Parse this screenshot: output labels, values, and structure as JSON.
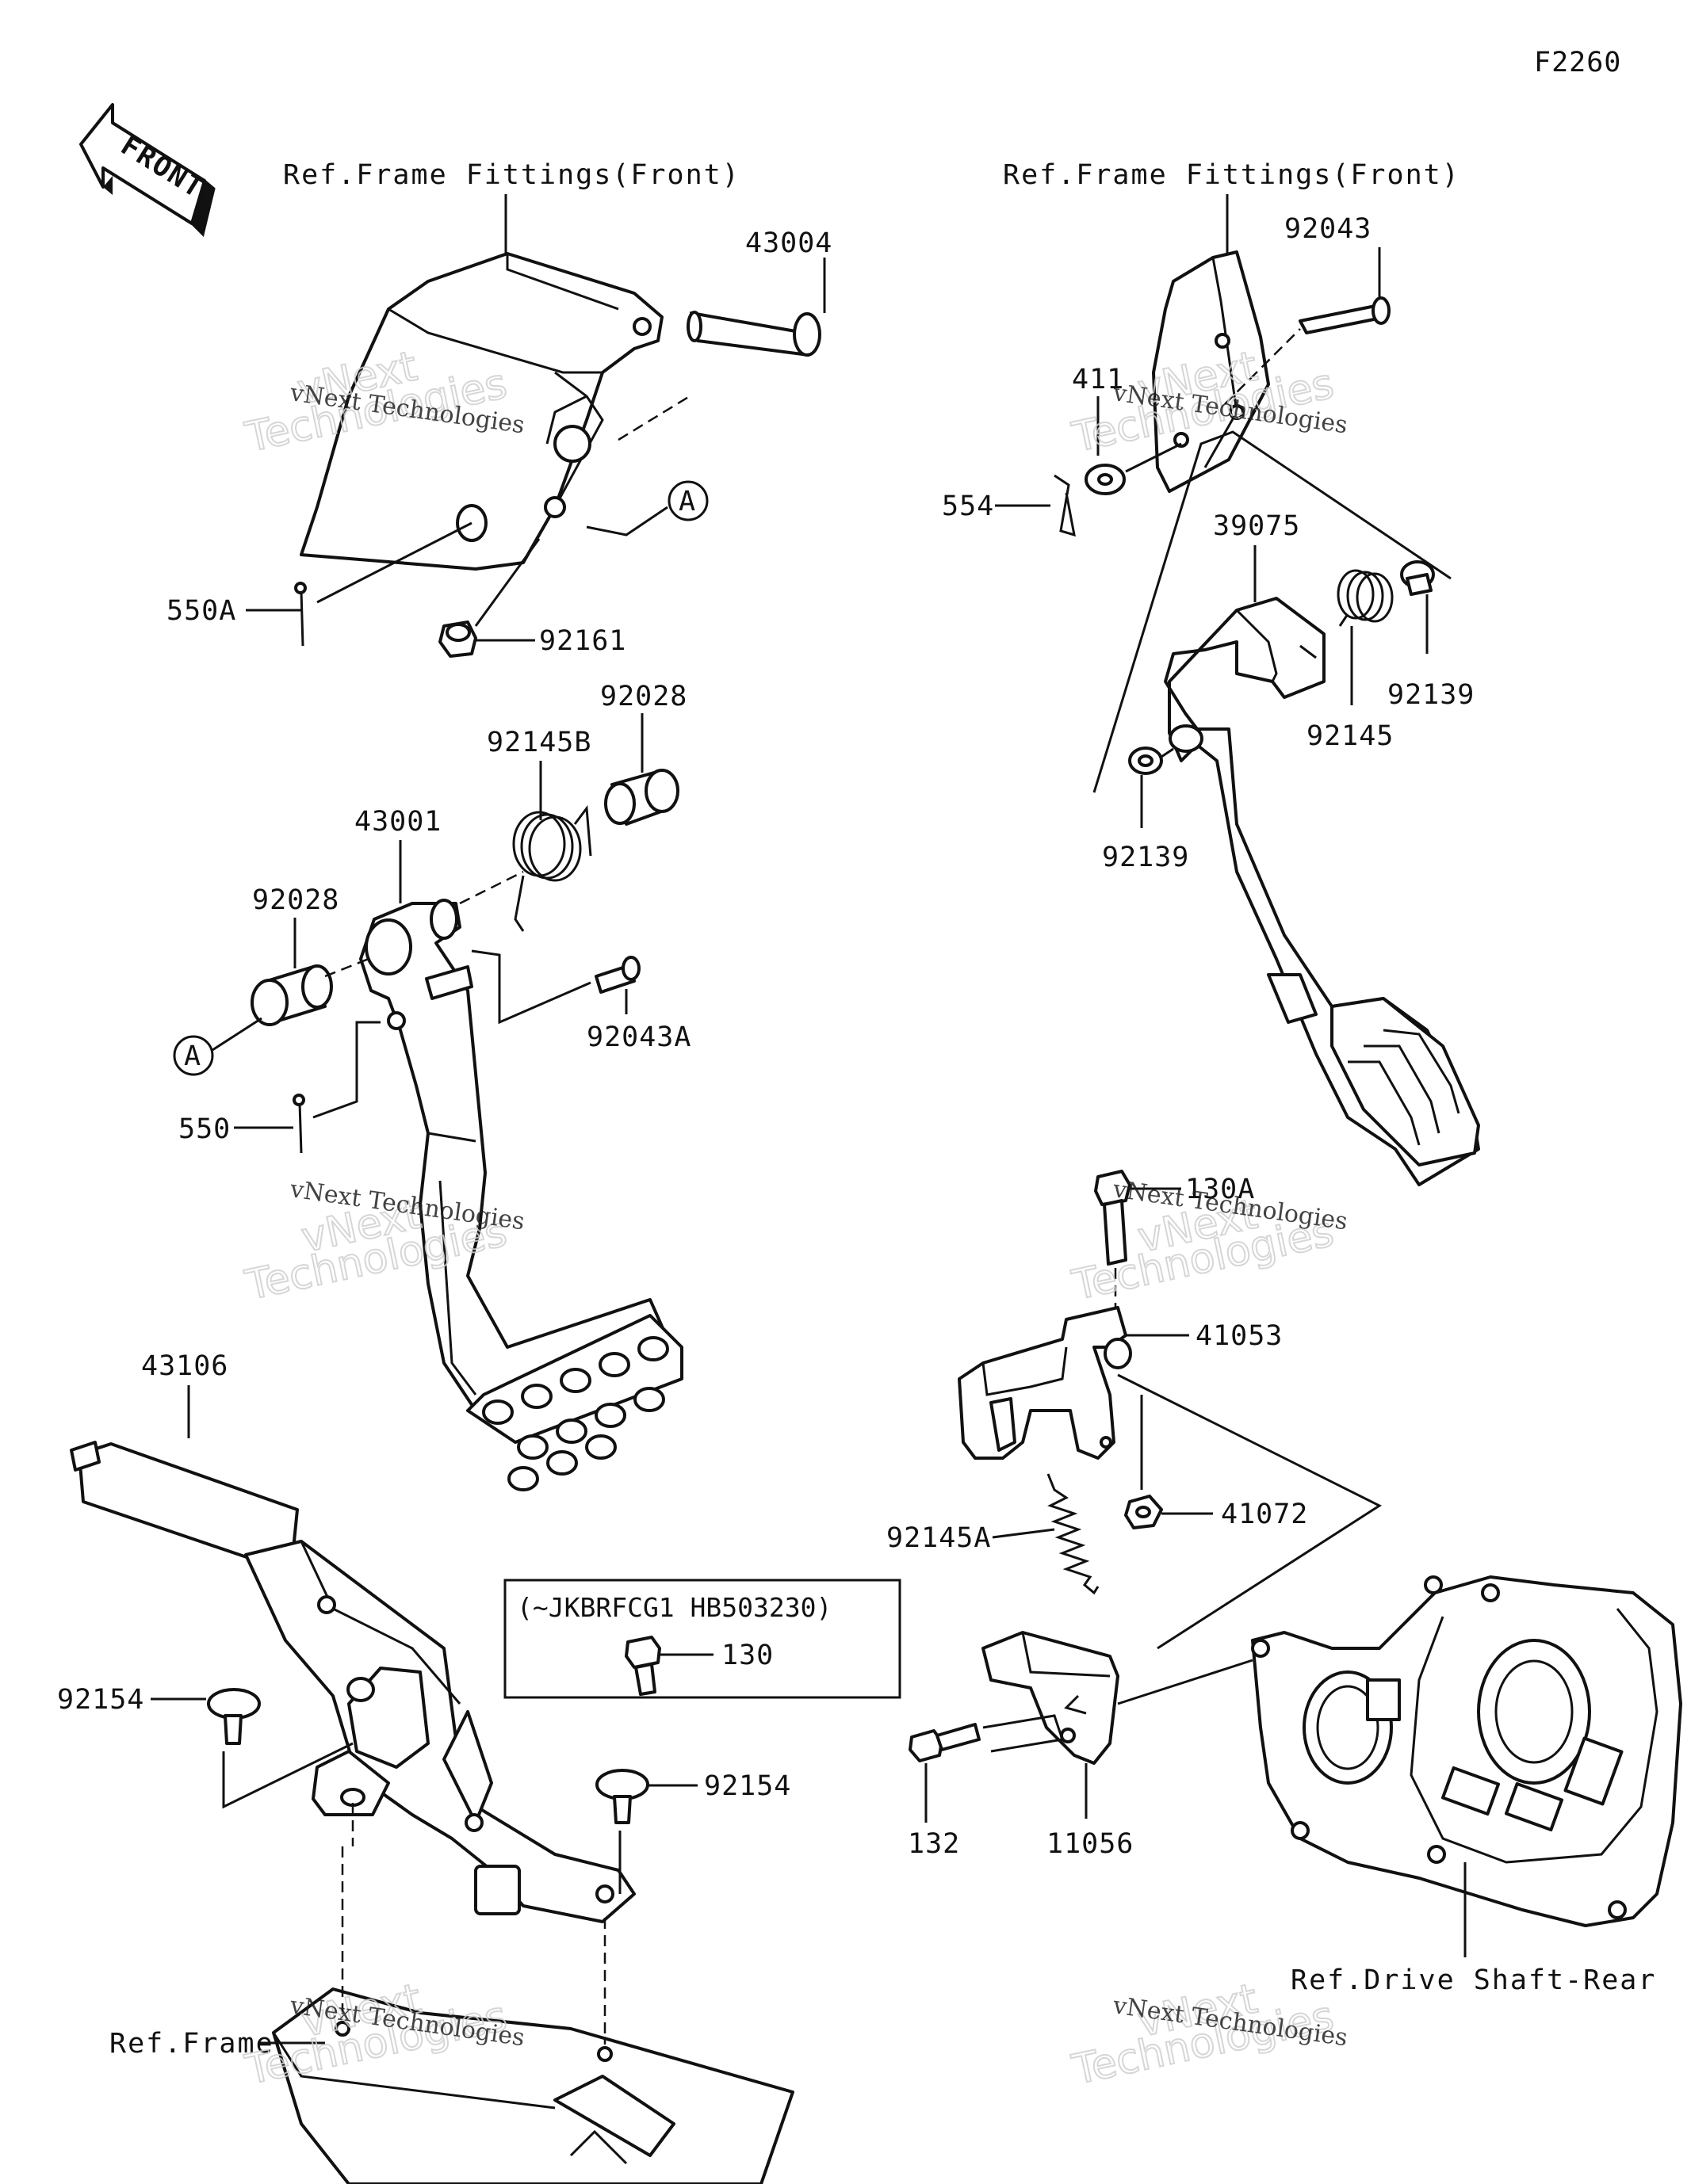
{
  "diagram_code": "F2260",
  "front_arrow_text": "FRONT",
  "refs": {
    "frame_fittings_left": "Ref.Frame Fittings(Front)",
    "frame_fittings_right": "Ref.Frame Fittings(Front)",
    "frame": "Ref.Frame",
    "drive_shaft": "Ref.Drive Shaft-Rear"
  },
  "variant_box": {
    "condition": "(~JKBRFCG1 HB503230)",
    "part": "130"
  },
  "callouts": {
    "circle_a_upper": "A",
    "circle_a_lower": "A"
  },
  "parts": {
    "p43004": "43004",
    "p550A": "550A",
    "p92161": "92161",
    "p92028_top": "92028",
    "p92145B": "92145B",
    "p43001": "43001",
    "p92028_left": "92028",
    "p92043A": "92043A",
    "p550": "550",
    "p43106": "43106",
    "p92154_left": "92154",
    "p92154_right": "92154",
    "p92043": "92043",
    "p411": "411",
    "p554": "554",
    "p39075": "39075",
    "p92139_right": "92139",
    "p92145": "92145",
    "p92139_left": "92139",
    "p130A": "130A",
    "p41053": "41053",
    "p92145A": "92145A",
    "p41072": "41072",
    "p132": "132",
    "p11056": "11056"
  },
  "watermark": {
    "line1": "vNext Technologies",
    "line2a": "vNext",
    "line2b": "Technologies"
  }
}
